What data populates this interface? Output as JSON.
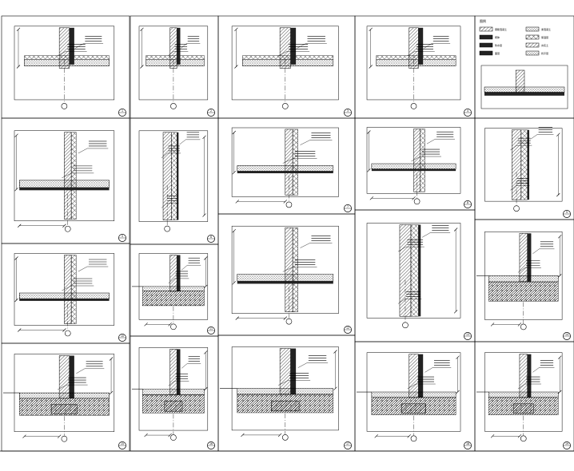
{
  "sheet": {
    "title": "",
    "background": "#ffffff",
    "line_color": "#000000"
  },
  "legend": {
    "title": "图例",
    "items": [
      {
        "label": "钢筋混凝土",
        "fill": "hatch"
      },
      {
        "label": "素混凝土",
        "fill": "dots"
      },
      {
        "label": "砌体",
        "fill": "dark"
      },
      {
        "label": "保温层",
        "fill": "cross"
      },
      {
        "label": "防水层",
        "fill": "dark"
      },
      {
        "label": "夯实土",
        "fill": "hatch"
      },
      {
        "label": "面层",
        "fill": "dark"
      },
      {
        "label": "找平层",
        "fill": "dots"
      }
    ]
  },
  "details": [
    {
      "id": "d1",
      "bubble": "1",
      "sheet_ref": "",
      "kind": "roof"
    },
    {
      "id": "d2",
      "bubble": "2",
      "sheet_ref": "",
      "kind": "corner"
    },
    {
      "id": "d3",
      "bubble": "3",
      "sheet_ref": "",
      "kind": "roof"
    },
    {
      "id": "d4",
      "bubble": "4",
      "sheet_ref": "",
      "kind": "roof"
    },
    {
      "id": "d5",
      "bubble": "",
      "sheet_ref": "",
      "kind": "legend"
    },
    {
      "id": "d6",
      "bubble": "5",
      "sheet_ref": "",
      "kind": "floor"
    },
    {
      "id": "d7",
      "bubble": "6",
      "sheet_ref": "",
      "kind": "wall"
    },
    {
      "id": "d8",
      "bubble": "7",
      "sheet_ref": "",
      "kind": "floor"
    },
    {
      "id": "d9",
      "bubble": "8",
      "sheet_ref": "",
      "kind": "floor"
    },
    {
      "id": "d10",
      "bubble": "9",
      "sheet_ref": "",
      "kind": "wall"
    },
    {
      "id": "d11",
      "bubble": "10",
      "sheet_ref": "",
      "kind": "floor"
    },
    {
      "id": "d12",
      "bubble": "11",
      "sheet_ref": "",
      "kind": "ground"
    },
    {
      "id": "d13",
      "bubble": "12",
      "sheet_ref": "",
      "kind": "floor"
    },
    {
      "id": "d14",
      "bubble": "13",
      "sheet_ref": "",
      "kind": "wall"
    },
    {
      "id": "d15",
      "bubble": "14",
      "sheet_ref": "",
      "kind": "ground"
    },
    {
      "id": "d16",
      "bubble": "15",
      "sheet_ref": "",
      "kind": "foundation"
    },
    {
      "id": "d17",
      "bubble": "16",
      "sheet_ref": "",
      "kind": "foundation"
    },
    {
      "id": "d18",
      "bubble": "17",
      "sheet_ref": "",
      "kind": "foundation"
    },
    {
      "id": "d19",
      "bubble": "18",
      "sheet_ref": "",
      "kind": "foundation"
    },
    {
      "id": "d20",
      "bubble": "19",
      "sheet_ref": "",
      "kind": "foundation"
    }
  ]
}
